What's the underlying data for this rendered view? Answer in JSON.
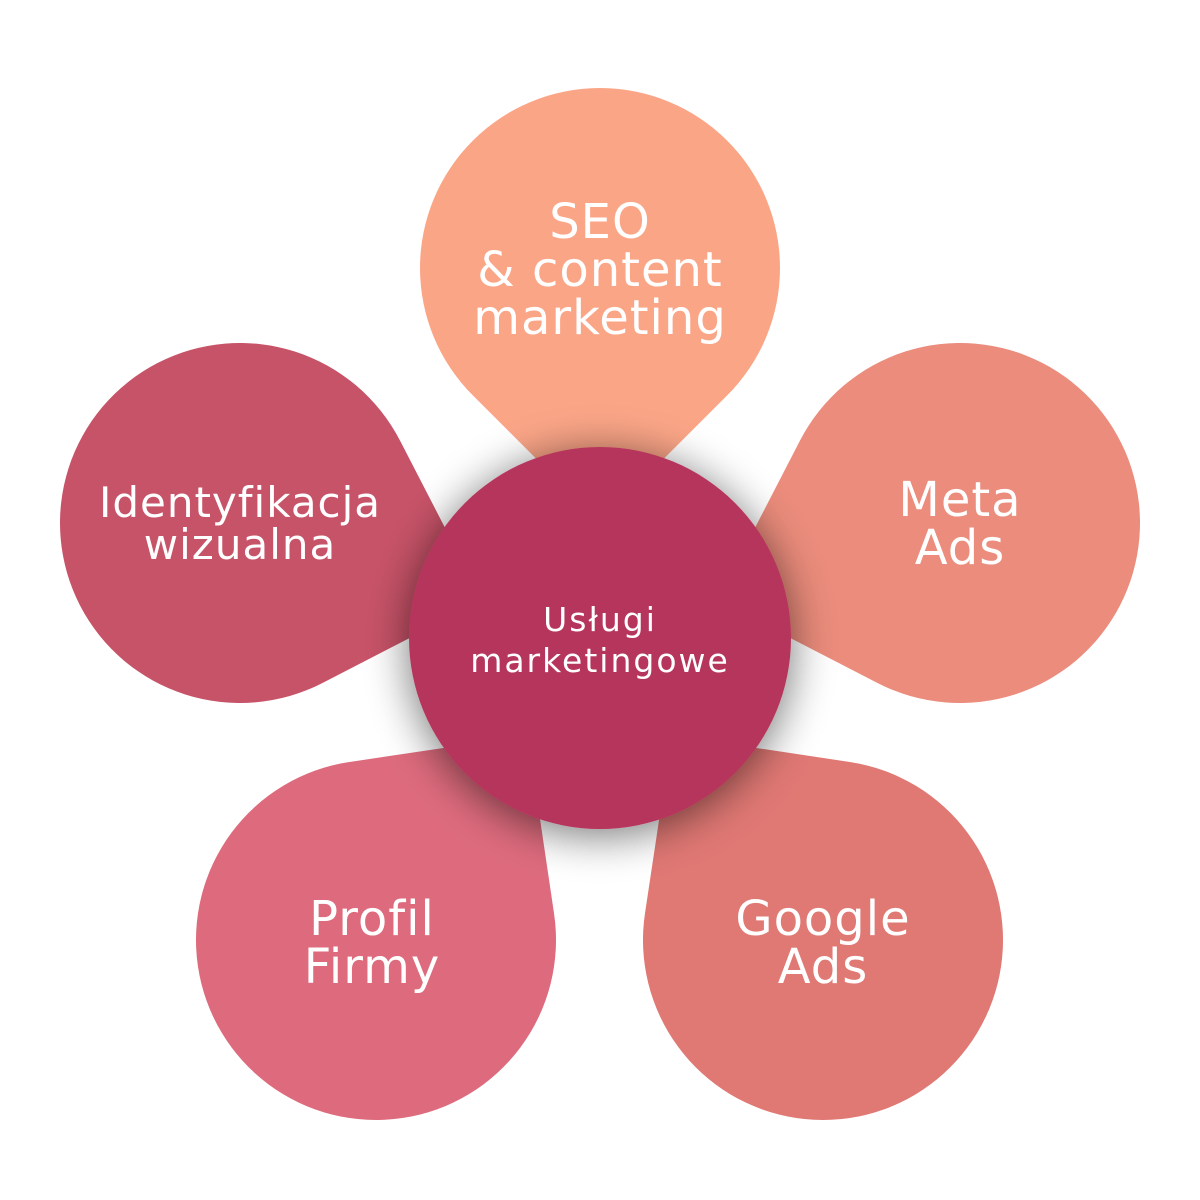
{
  "center": {
    "lines": [
      "Usługi",
      "marketingowe"
    ],
    "color": "#B5365C"
  },
  "petals": [
    {
      "id": "seo",
      "lines": [
        "SEO",
        "& content",
        "marketing"
      ],
      "color": "#FBA587"
    },
    {
      "id": "meta-ads",
      "lines": [
        "Meta",
        "Ads"
      ],
      "color": "#EB8C7C"
    },
    {
      "id": "google-ads",
      "lines": [
        "Google",
        "Ads"
      ],
      "color": "#E07874"
    },
    {
      "id": "profil-firmy",
      "lines": [
        "Profil",
        "Firmy"
      ],
      "color": "#DD6B7D"
    },
    {
      "id": "identyfikacja",
      "lines": [
        "Identyfikacja",
        "wizualna"
      ],
      "color": "#C75368"
    }
  ]
}
